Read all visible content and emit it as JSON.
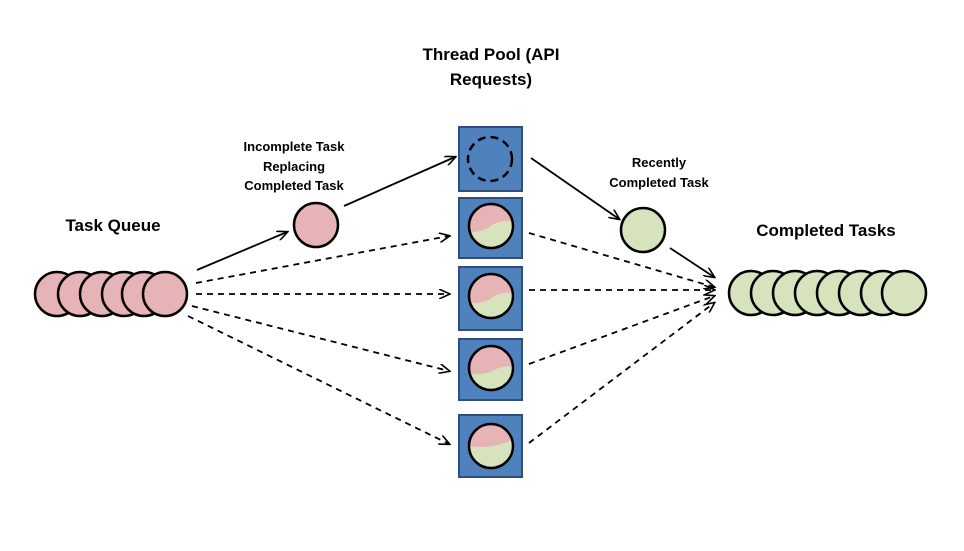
{
  "labels": {
    "thread_pool": [
      "Thread Pool (API",
      "Requests)"
    ],
    "task_queue": "Task Queue",
    "completed_tasks": "Completed Tasks",
    "incomplete_task": [
      "Incomplete Task",
      "Replacing",
      "Completed Task"
    ],
    "recently_completed": [
      "Recently",
      "Completed Task"
    ]
  },
  "colors": {
    "incomplete": "#e6b4b6",
    "complete": "#d6e3bd",
    "thread_box": "#4f81bd",
    "thread_box_border": "#2f4f7a",
    "stroke": "#000000"
  },
  "counts": {
    "queue_tasks": 6,
    "completed_tasks": 8,
    "threads": 5
  }
}
